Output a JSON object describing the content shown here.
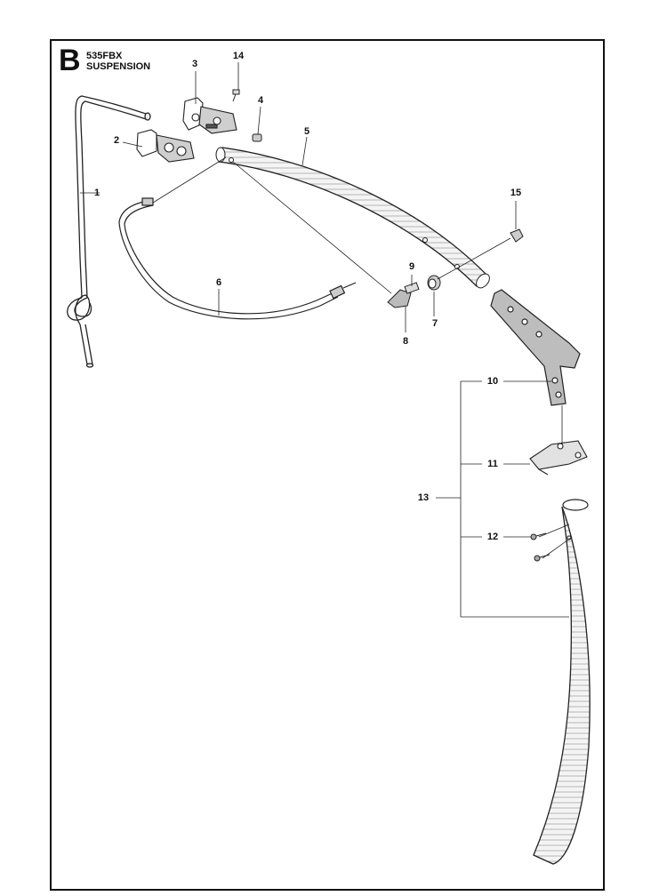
{
  "header": {
    "section_letter": "B",
    "model": "535FBX",
    "group": "SUSPENSION"
  },
  "callouts": [
    "1",
    "2",
    "3",
    "4",
    "5",
    "6",
    "7",
    "8",
    "9",
    "10",
    "11",
    "12",
    "13",
    "14",
    "15"
  ]
}
